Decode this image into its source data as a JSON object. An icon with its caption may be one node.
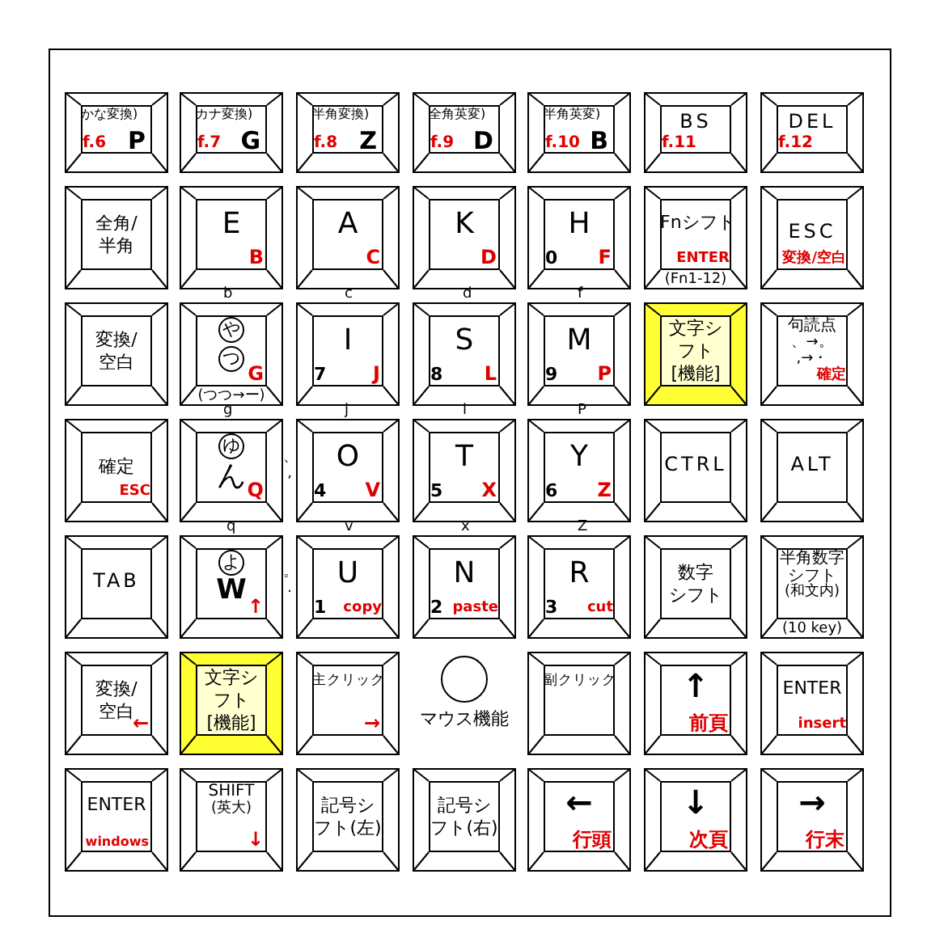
{
  "diagram": {
    "nodes": [
      {
        "text": [
          "かな変換)",
          "f.6",
          "P"
        ]
      },
      {
        "text": [
          "カナ変換)",
          "f.7",
          "G"
        ]
      },
      {
        "text": [
          "半角変換)",
          "f.8",
          "Z"
        ]
      },
      {
        "text": [
          "全角英変)",
          "f.9",
          "D"
        ]
      },
      {
        "text": [
          "半角英変)",
          "f.10",
          "B"
        ]
      },
      {
        "text": [
          "BS",
          "f.11"
        ]
      },
      {
        "text": [
          "DEL",
          "f.12"
        ]
      },
      {
        "text": [
          "全角/半角"
        ]
      },
      {
        "text": [
          "E",
          "B"
        ]
      },
      {
        "text": [
          "A",
          "C"
        ]
      },
      {
        "text": [
          "K",
          "D"
        ]
      },
      {
        "text": [
          "H",
          "0",
          "F"
        ]
      },
      {
        "text": [
          "Fnシフト",
          "ENTER",
          "(Fn1-12)"
        ]
      },
      {
        "text": [
          "ESC",
          "変換/空白"
        ]
      },
      {
        "text": [
          "変換/空白"
        ]
      },
      {
        "text": [
          "や",
          "つ",
          "G",
          "(つつ→ー)"
        ]
      },
      {
        "text": [
          "I",
          "7",
          "J"
        ]
      },
      {
        "text": [
          "S",
          "8",
          "L"
        ]
      },
      {
        "text": [
          "M",
          "9",
          "P"
        ]
      },
      {
        "text": [
          "文字シフト[機能]"
        ]
      },
      {
        "text": [
          "句読点",
          "、→。",
          ",→・",
          "確定"
        ]
      },
      {
        "text": [
          "確定",
          "ESC"
        ]
      },
      {
        "text": [
          "ゆ",
          "ん",
          "Q"
        ]
      },
      {
        "text": [
          "O",
          "4",
          "V"
        ]
      },
      {
        "text": [
          "T",
          "5",
          "X"
        ]
      },
      {
        "text": [
          "Y",
          "6",
          "Z"
        ]
      },
      {
        "text": [
          "CTRL"
        ]
      },
      {
        "text": [
          "ALT"
        ]
      },
      {
        "text": [
          "TAB"
        ]
      },
      {
        "text": [
          "よ",
          "W",
          "↑"
        ]
      },
      {
        "text": [
          "U",
          "1",
          "copy"
        ]
      },
      {
        "text": [
          "N",
          "2",
          "paste"
        ]
      },
      {
        "text": [
          "R",
          "3",
          "cut"
        ]
      },
      {
        "text": [
          "数字シフト"
        ]
      },
      {
        "text": [
          "半角数字シフト",
          "(和文内)",
          "(10 key)"
        ]
      },
      {
        "text": [
          "変換/空白",
          "←"
        ]
      },
      {
        "text": [
          "文字シフト[機能]"
        ]
      },
      {
        "text": [
          "主クリック",
          "→"
        ]
      },
      {
        "text": [
          "マウス機能"
        ]
      },
      {
        "text": [
          "副クリック"
        ]
      },
      {
        "text": [
          "↑",
          "前頁"
        ]
      },
      {
        "text": [
          "ENTER",
          "insert"
        ]
      },
      {
        "text": [
          "ENTER",
          "windows"
        ]
      },
      {
        "text": [
          "SHIFT",
          "(英大)",
          "↓"
        ]
      },
      {
        "text": [
          "記号シフト(左)"
        ]
      },
      {
        "text": [
          "記号シフト(右)"
        ]
      },
      {
        "text": [
          "←",
          "行頭"
        ]
      },
      {
        "text": [
          "↓",
          "次頁"
        ]
      },
      {
        "text": [
          "→",
          "行末"
        ]
      }
    ],
    "labels": [
      "b",
      "c",
      "d",
      "f",
      "g",
      "j",
      "l",
      "P",
      "、,",
      "q",
      "v",
      "x",
      "Z",
      "。."
    ]
  }
}
